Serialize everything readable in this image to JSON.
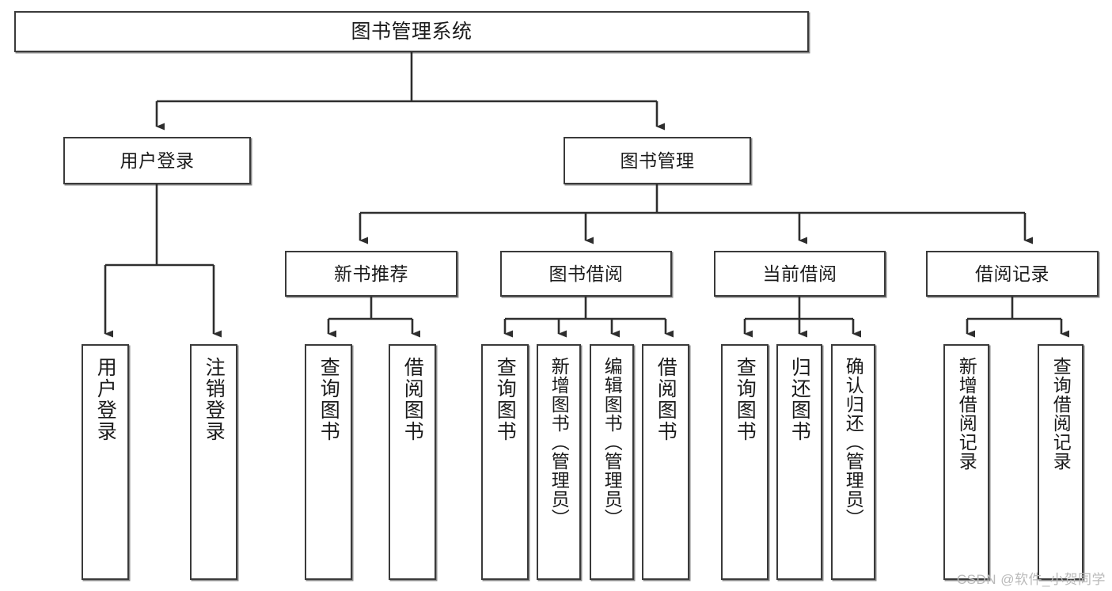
{
  "diagram": {
    "title": "图书管理系统",
    "type": "tree-hierarchy-chart",
    "watermark": "CSDN @软件_小贺同学",
    "colors": {
      "background": "#ffffff",
      "node_border": "#3a3a3a",
      "node_fill": "#ffffff",
      "edge": "#2e2e2e",
      "text": "#1b1b1b",
      "watermark": "#b9b9b9"
    },
    "root": {
      "label": "图书管理系统"
    },
    "level2": [
      {
        "label": "用户登录"
      },
      {
        "label": "图书管理"
      }
    ],
    "level3": [
      {
        "label": "新书推荐"
      },
      {
        "label": "图书借阅"
      },
      {
        "label": "当前借阅"
      },
      {
        "label": "借阅记录"
      }
    ],
    "leaves": [
      {
        "label": "用户登录"
      },
      {
        "label": "注销登录"
      },
      {
        "label": "查询图书"
      },
      {
        "label": "借阅图书"
      },
      {
        "label": "查询图书"
      },
      {
        "label": "新增图书（管理员）"
      },
      {
        "label": "编辑图书（管理员）"
      },
      {
        "label": "借阅图书"
      },
      {
        "label": "查询图书"
      },
      {
        "label": "归还图书"
      },
      {
        "label": "确认归还（管理员）"
      },
      {
        "label": "新增借阅记录"
      },
      {
        "label": "查询借阅记录"
      }
    ]
  }
}
